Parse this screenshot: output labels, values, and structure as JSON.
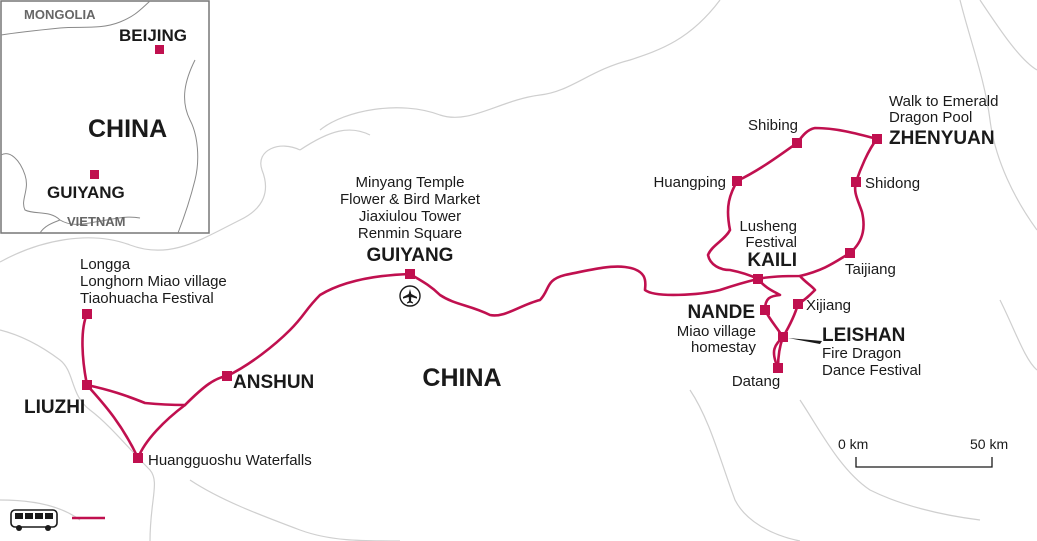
{
  "colors": {
    "route": "#c0104f",
    "border": "#cfcfcf",
    "text": "#1a1a1a",
    "inset_frame": "#777777",
    "inset_text": "#666666"
  },
  "inset": {
    "labels": {
      "mongolia": "MONGOLIA",
      "beijing": "BEIJING",
      "china": "CHINA",
      "guiyang": "GUIYANG",
      "vietnam": "VIETNAM"
    }
  },
  "map": {
    "country_label": "CHINA",
    "stops": {
      "longga": [
        "Longga",
        "Longhorn Miao village",
        "Tiaohuacha Festival"
      ],
      "liuzhi": "LIUZHI",
      "huangguoshu": "Huangguoshu Waterfalls",
      "anshun": "ANSHUN",
      "guiyang_notes": [
        "Minyang Temple",
        "Flower & Bird Market",
        "Jiaxiulou Tower",
        "Renmin Square"
      ],
      "guiyang": "GUIYANG",
      "shibing": "Shibing",
      "huangping": "Huangping",
      "zhenyuan_notes": [
        "Walk to Emerald",
        "Dragon Pool"
      ],
      "zhenyuan": "ZHENYUAN",
      "shidong": "Shidong",
      "lusheng": [
        "Lusheng",
        "Festival"
      ],
      "kaili": "KAILI",
      "taijiang": "Taijiang",
      "xijiang": "Xijiang",
      "nande": "NANDE",
      "nande_notes": [
        "Miao village",
        "homestay"
      ],
      "leishan": "LEISHAN",
      "leishan_notes": [
        "Fire Dragon",
        "Dance Festival"
      ],
      "datang": "Datang"
    },
    "airport_icon": "airplane-icon"
  },
  "scale": {
    "start": "0 km",
    "end": "50 km"
  },
  "legend": {
    "transport_icon": "bus-icon"
  }
}
